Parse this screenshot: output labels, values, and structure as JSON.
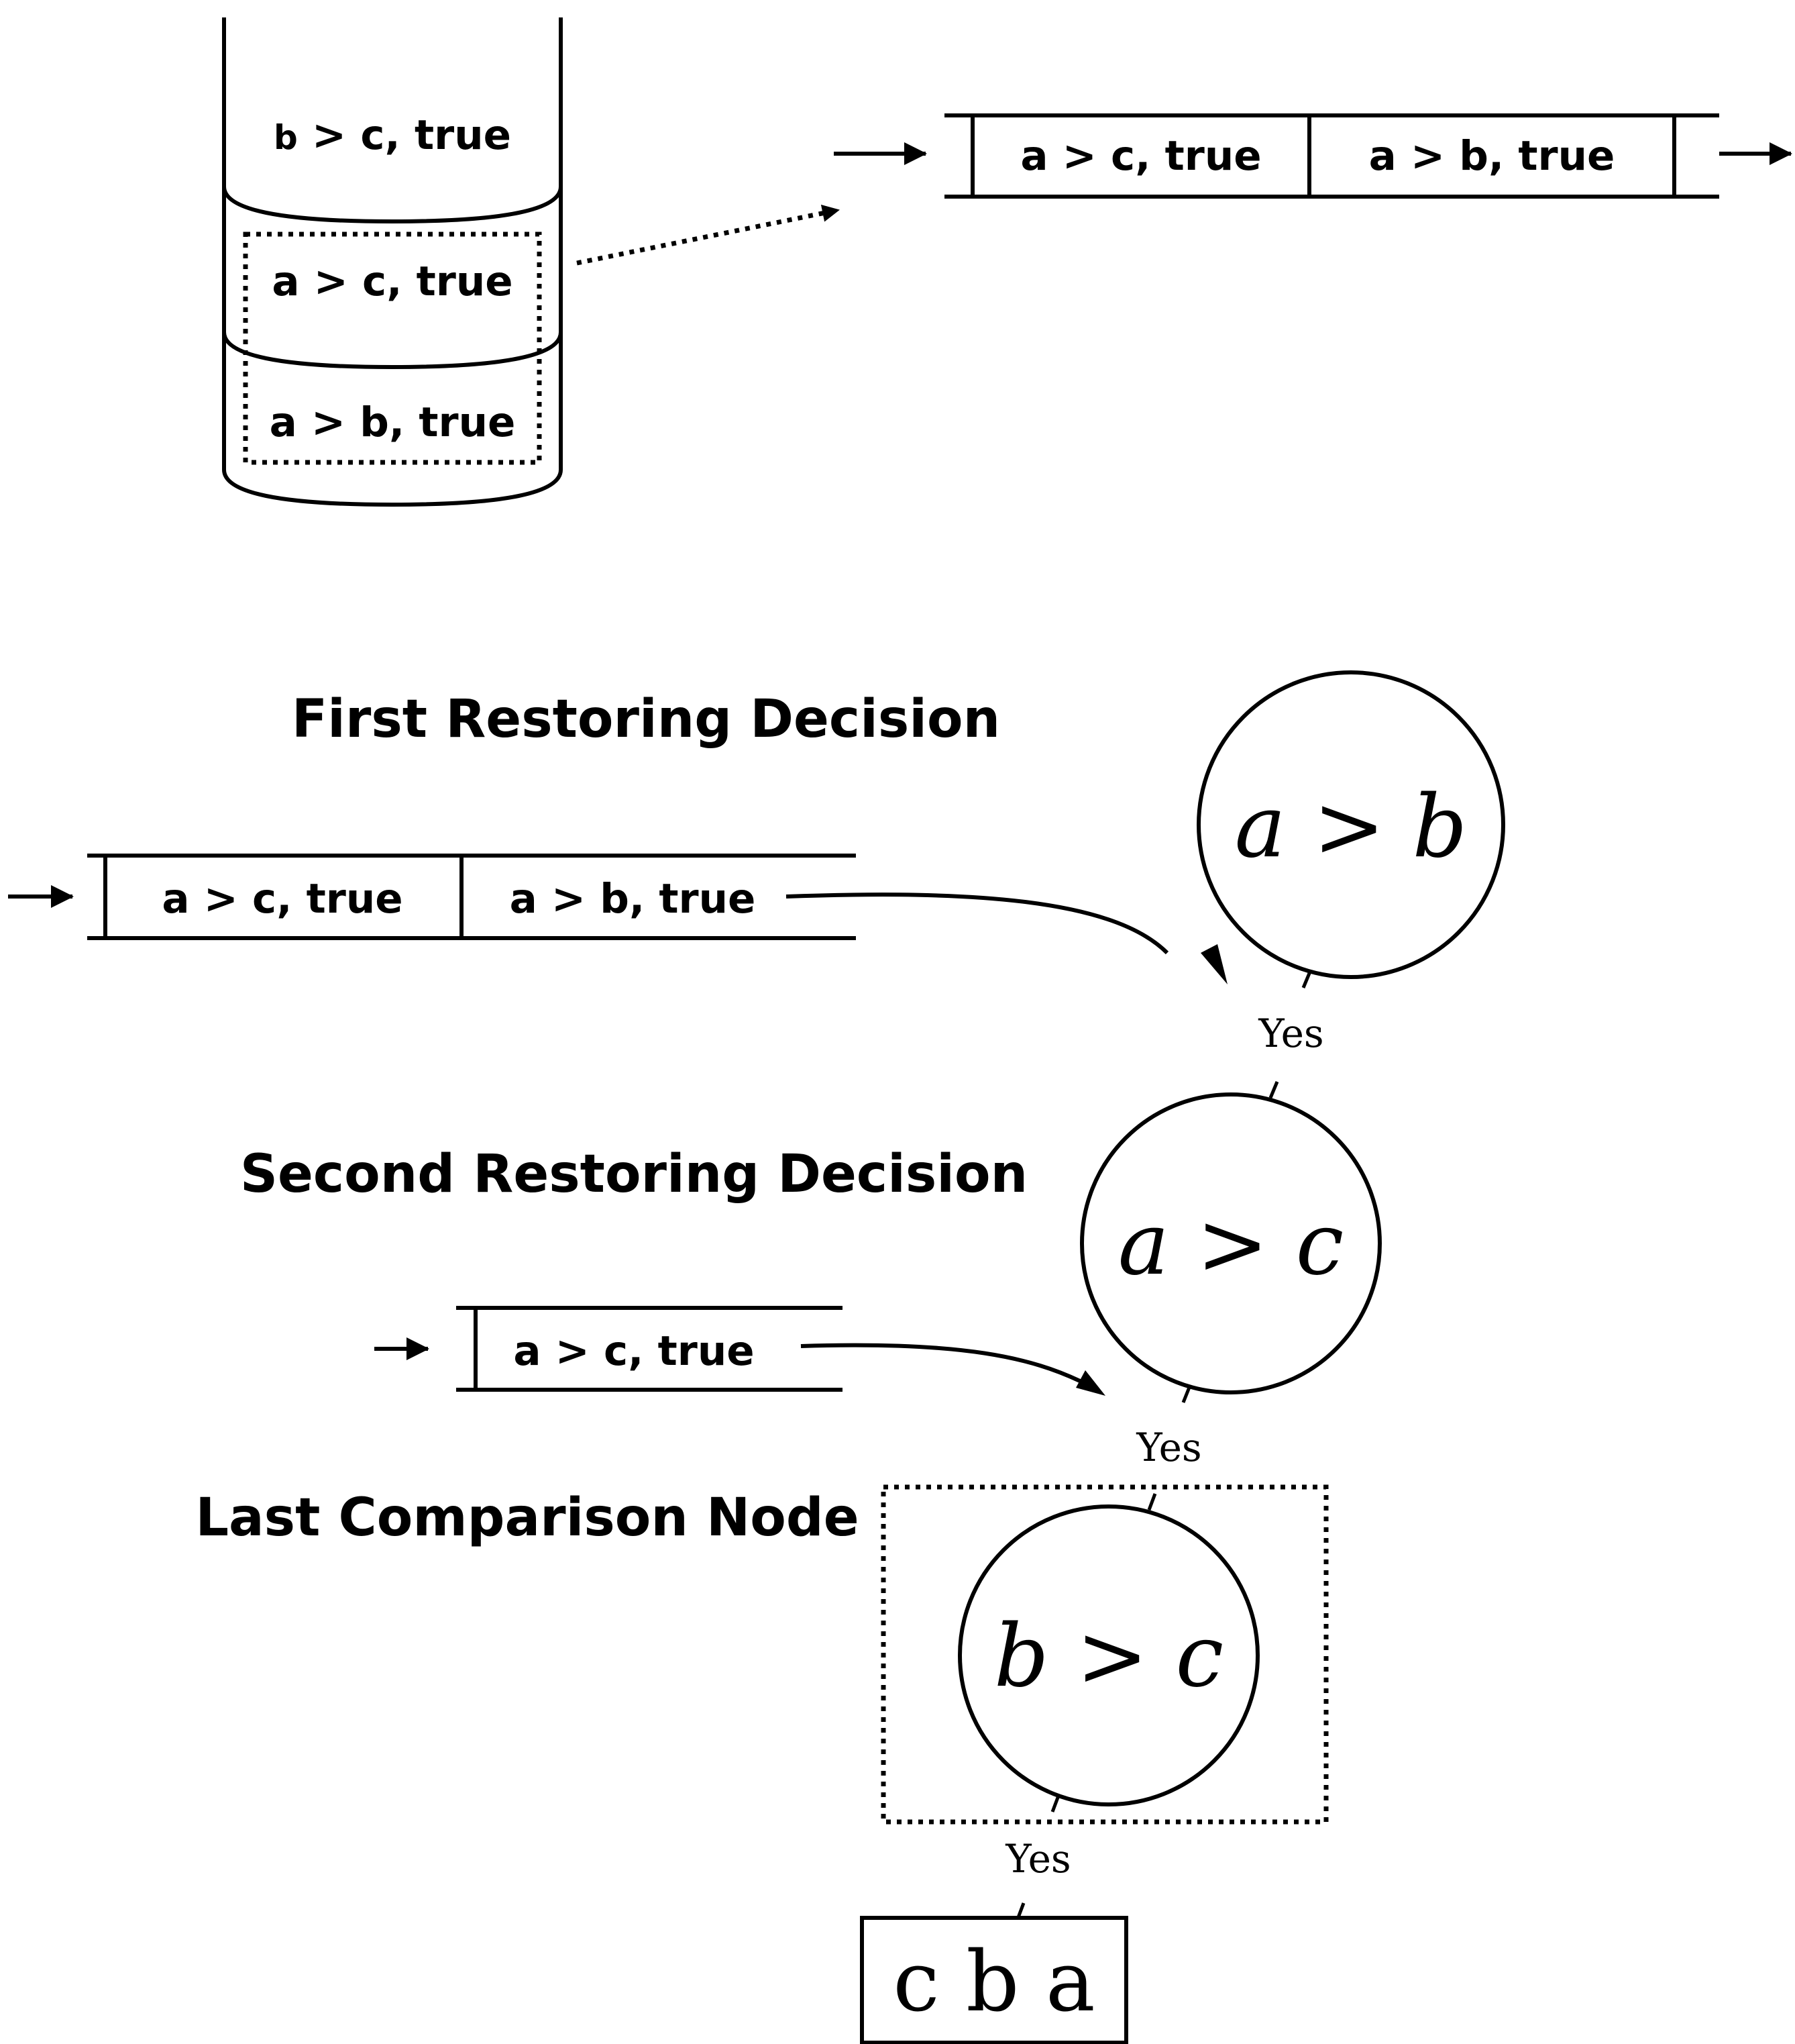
{
  "stack": {
    "top": "b > c, true",
    "middle": "a > c, true",
    "bottom": "a > b, true"
  },
  "queue_top": {
    "cells": [
      "a > c, true",
      "a > b, true"
    ]
  },
  "first_decision": {
    "heading": "First Restoring Decision",
    "cells": [
      "a > c, true",
      "a > b, true"
    ]
  },
  "second_decision": {
    "heading": "Second Restoring Decision",
    "cells": [
      "a > c, true"
    ]
  },
  "last_node": {
    "heading": "Last Comparison Node"
  },
  "tree": {
    "node1": "a > b",
    "node2": "a > c",
    "node3": "b > c",
    "edge1": "Yes",
    "edge2": "Yes",
    "edge3": "Yes",
    "result": "c b a"
  }
}
